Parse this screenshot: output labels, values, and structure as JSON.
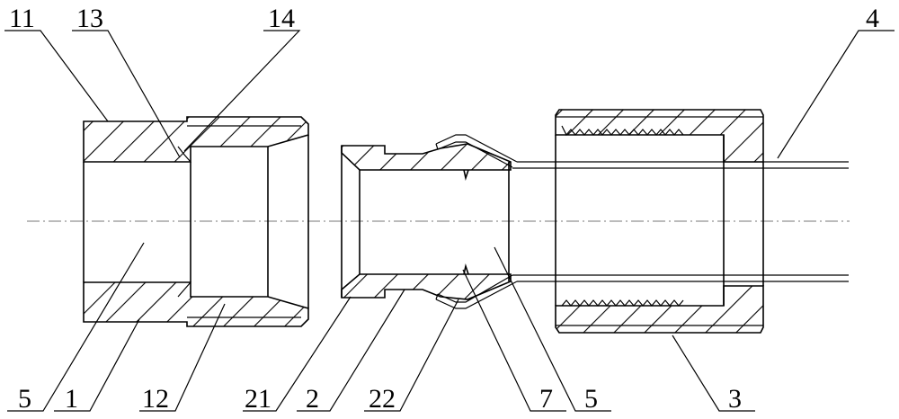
{
  "labels": {
    "l11": "11",
    "l13": "13",
    "l14": "14",
    "l4": "4",
    "l5a": "5",
    "l1": "1",
    "l12": "12",
    "l21": "21",
    "l2": "2",
    "l22": "22",
    "l7": "7",
    "l5b": "5",
    "l3": "3"
  }
}
